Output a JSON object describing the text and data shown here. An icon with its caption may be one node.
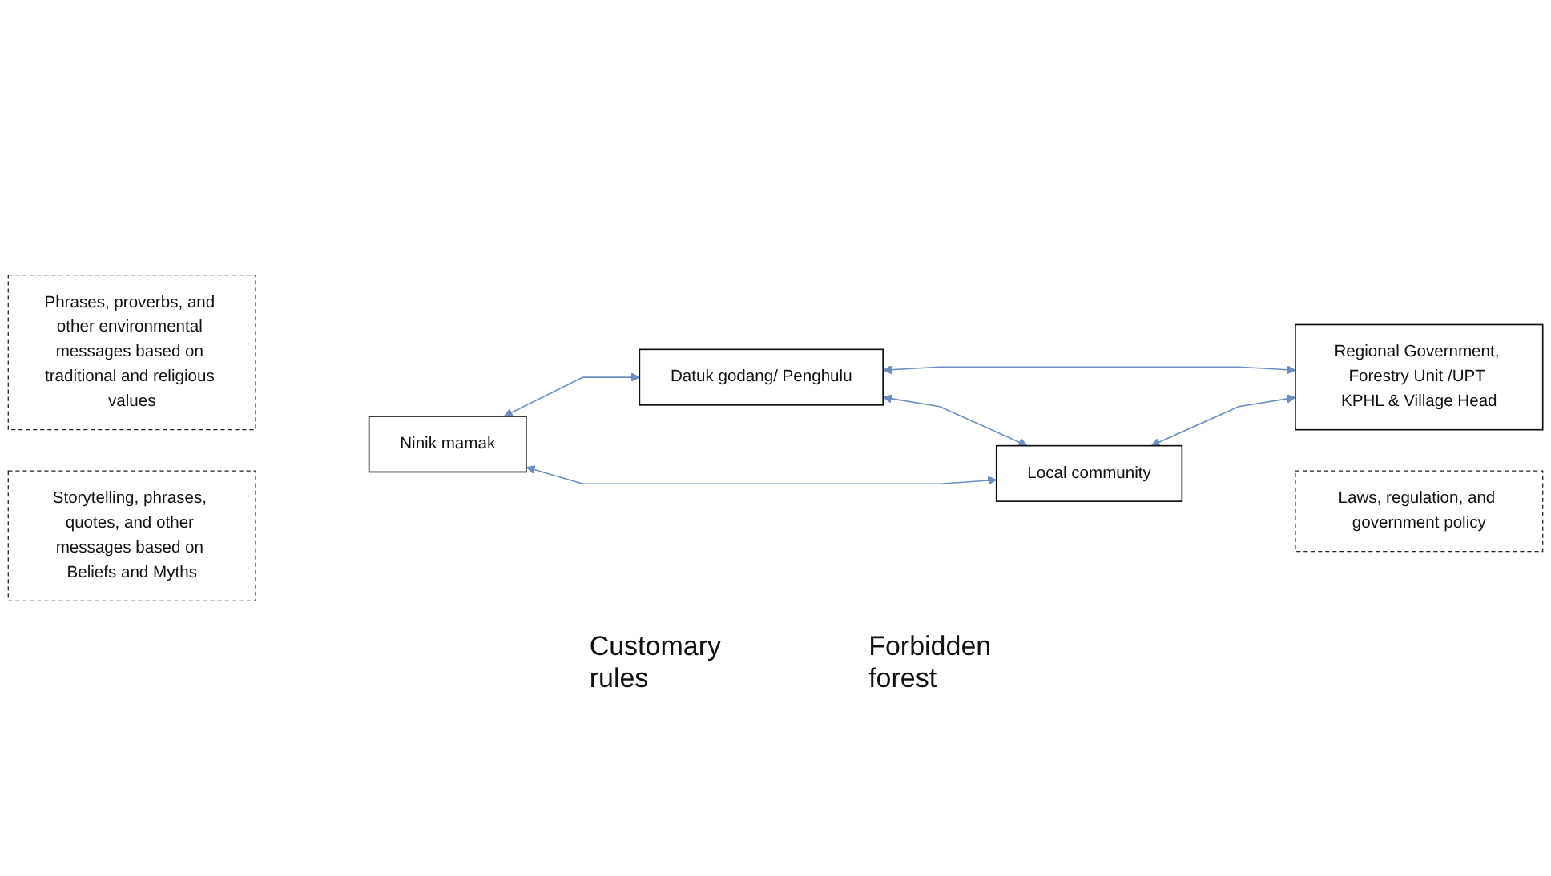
{
  "diagram": {
    "nodes": [
      {
        "text": [
          "Phrases, proverbs, and other environmental messages based on traditional and religious values"
        ]
      },
      {
        "text": [
          "Datuk godang/ Penghulu"
        ]
      },
      {
        "text": [
          "Ninik mamak"
        ]
      },
      {
        "text": [
          "Regional Government, Forestry Unit /UPT KPHL & Village Head"
        ]
      },
      {
        "text": [
          "Storytelling, phrases, quotes, and other messages based on Beliefs and Myths"
        ]
      },
      {
        "text": [
          "Local community"
        ]
      },
      {
        "text": [
          "Laws, regulation, and government policy"
        ]
      }
    ],
    "edges": [
      {
        "from": 2,
        "to": 1,
        "arrow": "both"
      },
      {
        "from": 1,
        "to": 3,
        "arrow": "both"
      },
      {
        "from": 2,
        "to": 5,
        "arrow": "both"
      },
      {
        "from": 1,
        "to": 5,
        "arrow": "both"
      },
      {
        "from": 5,
        "to": 3,
        "arrow": "both"
      }
    ],
    "labels": [
      "Customary rules",
      "Forbidden forest"
    ]
  }
}
